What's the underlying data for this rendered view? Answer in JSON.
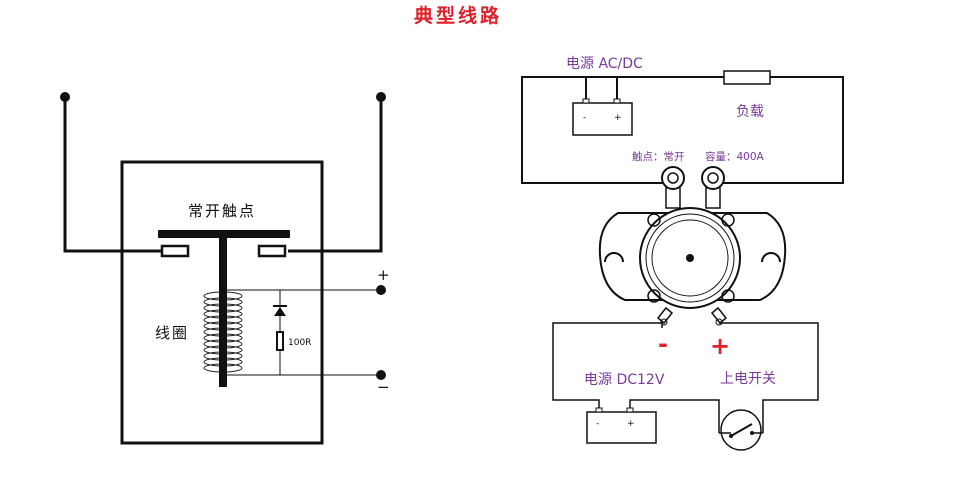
{
  "title": "典型线路",
  "left_diagram": {
    "contact_label": "常开触点",
    "coil_label": "线圈",
    "resistor_label": "100R",
    "plus_sign": "+",
    "minus_sign": "−"
  },
  "right_diagram": {
    "power_ac_label": "电源 AC/DC",
    "load_label": "负载",
    "contact_type_label": "触点：常开",
    "capacity_label": "容量：400A",
    "power_dc_label": "电源 DC12V",
    "switch_label": "上电开关",
    "polarity_minus": "-",
    "polarity_plus": "+",
    "battery_top": {
      "minus": "-",
      "plus": "+"
    },
    "battery_bottom": {
      "minus": "-",
      "plus": "+"
    }
  },
  "colors": {
    "accent_red": "#e0202a",
    "label_purple": "#7a3a9a",
    "line": "#111111"
  }
}
